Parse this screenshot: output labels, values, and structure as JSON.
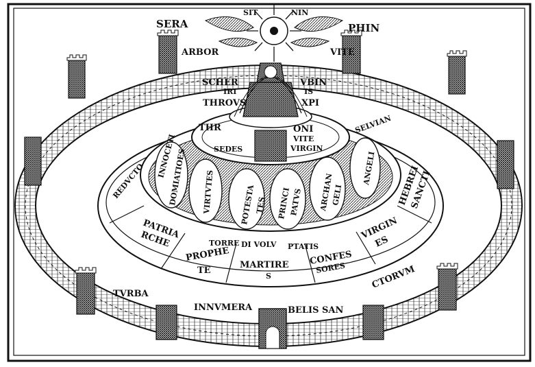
{
  "top": {
    "seraphin_left": "SERA",
    "seraphin_mid": "SIT",
    "seraphin_right": "PHIN",
    "arbor": "ARBOR",
    "vite": "VITE",
    "sit_right": "NIN"
  },
  "throne": {
    "line1_left": "SCHER",
    "line1_right": "VBIN",
    "line2_left": "IRI",
    "line2_right": "IS",
    "line3_left": "THROVS",
    "line3_right": "XPI"
  },
  "upper_ring": {
    "thr": "THR",
    "oni": "ONI",
    "vite": "VITE",
    "sedes": "SEDES",
    "virgin": "VIRGIN",
    "selvian": "SELVIAN"
  },
  "petals": {
    "innocenti": "INNOCETI",
    "dominatione": "DOMIATIOES",
    "virtutes": "VIRTVTES",
    "potesta": "POTESTA",
    "tes": "TES",
    "princi": "PRINCI",
    "patus": "PATVS",
    "archan": "ARCHAN",
    "geli": "GELI",
    "angeli": "ANGELI"
  },
  "lower_ring": {
    "reductor": "REDVCTO",
    "patria_1": "PATRIA",
    "patria_2": "RCHE",
    "prophe_1": "PROPHE",
    "prophe_2": "TE",
    "martire_1": "MARTIRE",
    "martire_2": "S",
    "confes_1": "CONFES",
    "confes_2": "SORES",
    "virgin_1": "VIRGIN",
    "virgin_2": "ES",
    "hebrei_1": "HEBREI",
    "hebrei_2": "SANCTI",
    "torre": "TORRE",
    "devolv": "DI VOLV",
    "ptatis": "PTATIS"
  },
  "outer": {
    "turba": "TVRBA",
    "innumera": "INNVMERA",
    "belis": "BELIS SAN",
    "ctorum": "CTORVM"
  }
}
